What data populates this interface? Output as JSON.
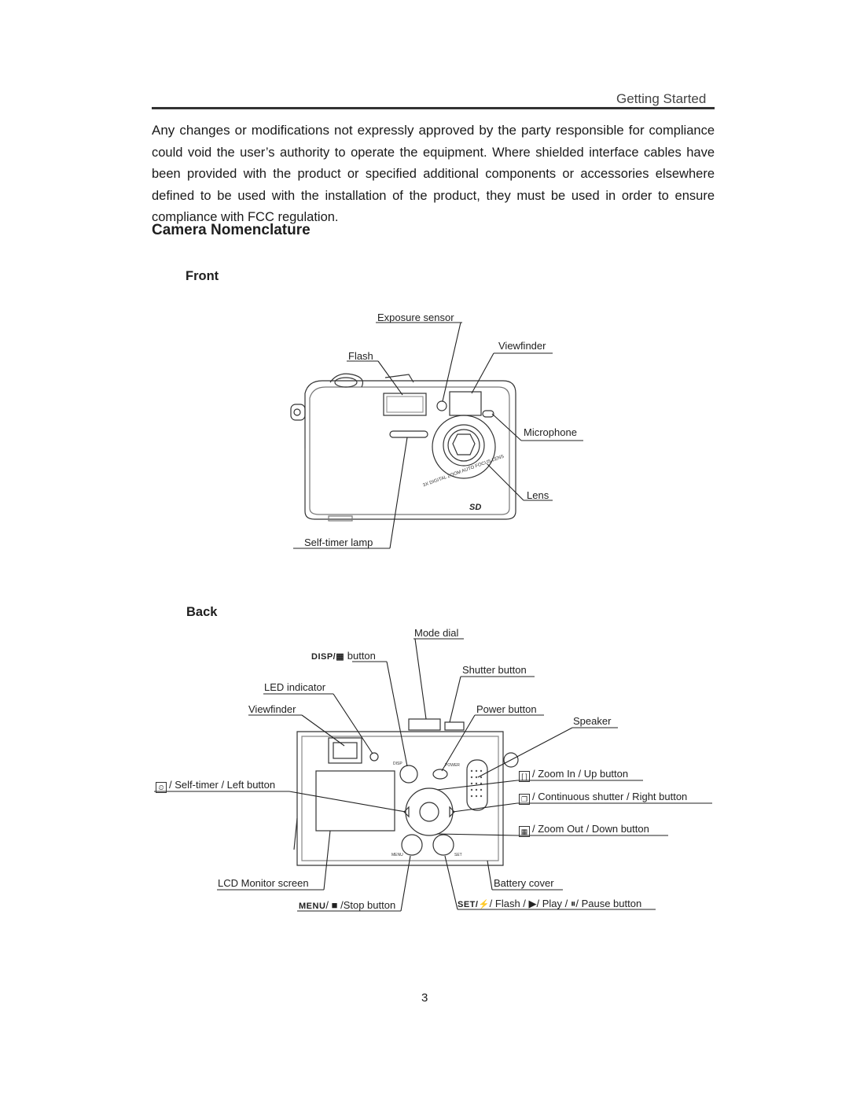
{
  "header": {
    "title": "Getting Started"
  },
  "body": {
    "lead": "Any changes or modifications not expressly approved by the party responsible for",
    "rest": "compliance could void the user’s authority to operate the equipment. Where shielded interface cables have been provided with the product or specified additional components or accessories elsewhere defined to be used with the installation of the product, they must be used in order to ensure compliance with FCC regulation."
  },
  "section_title": "Camera Nomenclature",
  "front": {
    "title": "Front",
    "labels": {
      "exposure_sensor": "Exposure sensor",
      "flash": "Flash",
      "viewfinder": "Viewfinder",
      "microphone": "Microphone",
      "lens": "Lens",
      "self_timer_lamp": "Self-timer lamp"
    },
    "body_print": {
      "brand": "SD",
      "zoom": "3x DIGITAL ZOOM",
      "focus": "AUTO FOCUS LENS"
    }
  },
  "back": {
    "title": "Back",
    "labels": {
      "mode_dial": "Mode dial",
      "disp_button": "button",
      "disp_icon": "DISP/▦",
      "shutter_button": "Shutter button",
      "led_indicator": "LED indicator",
      "viewfinder": "Viewfinder",
      "power_button": "Power button",
      "speaker": "Speaker",
      "self_timer_left": "/ Self-timer / Left button",
      "zoom_in_up": "/ Zoom In / Up button",
      "continuous_right": "/ Continuous shutter / Right button",
      "zoom_out_down": "/ Zoom Out / Down button",
      "lcd_monitor": "LCD Monitor screen",
      "battery_cover": "Battery cover",
      "menu_stop": "/ ■ /Stop button",
      "menu_icon": "MENU",
      "set_flash_play_pause": "/ Flash / ▶/ Play / ⏸/ Pause button",
      "set_icon": "SET/⚡"
    },
    "body_print": {
      "disp": "DISP",
      "power": "POWER",
      "menu": "MENU",
      "set": "SET"
    }
  },
  "page_number": "3"
}
